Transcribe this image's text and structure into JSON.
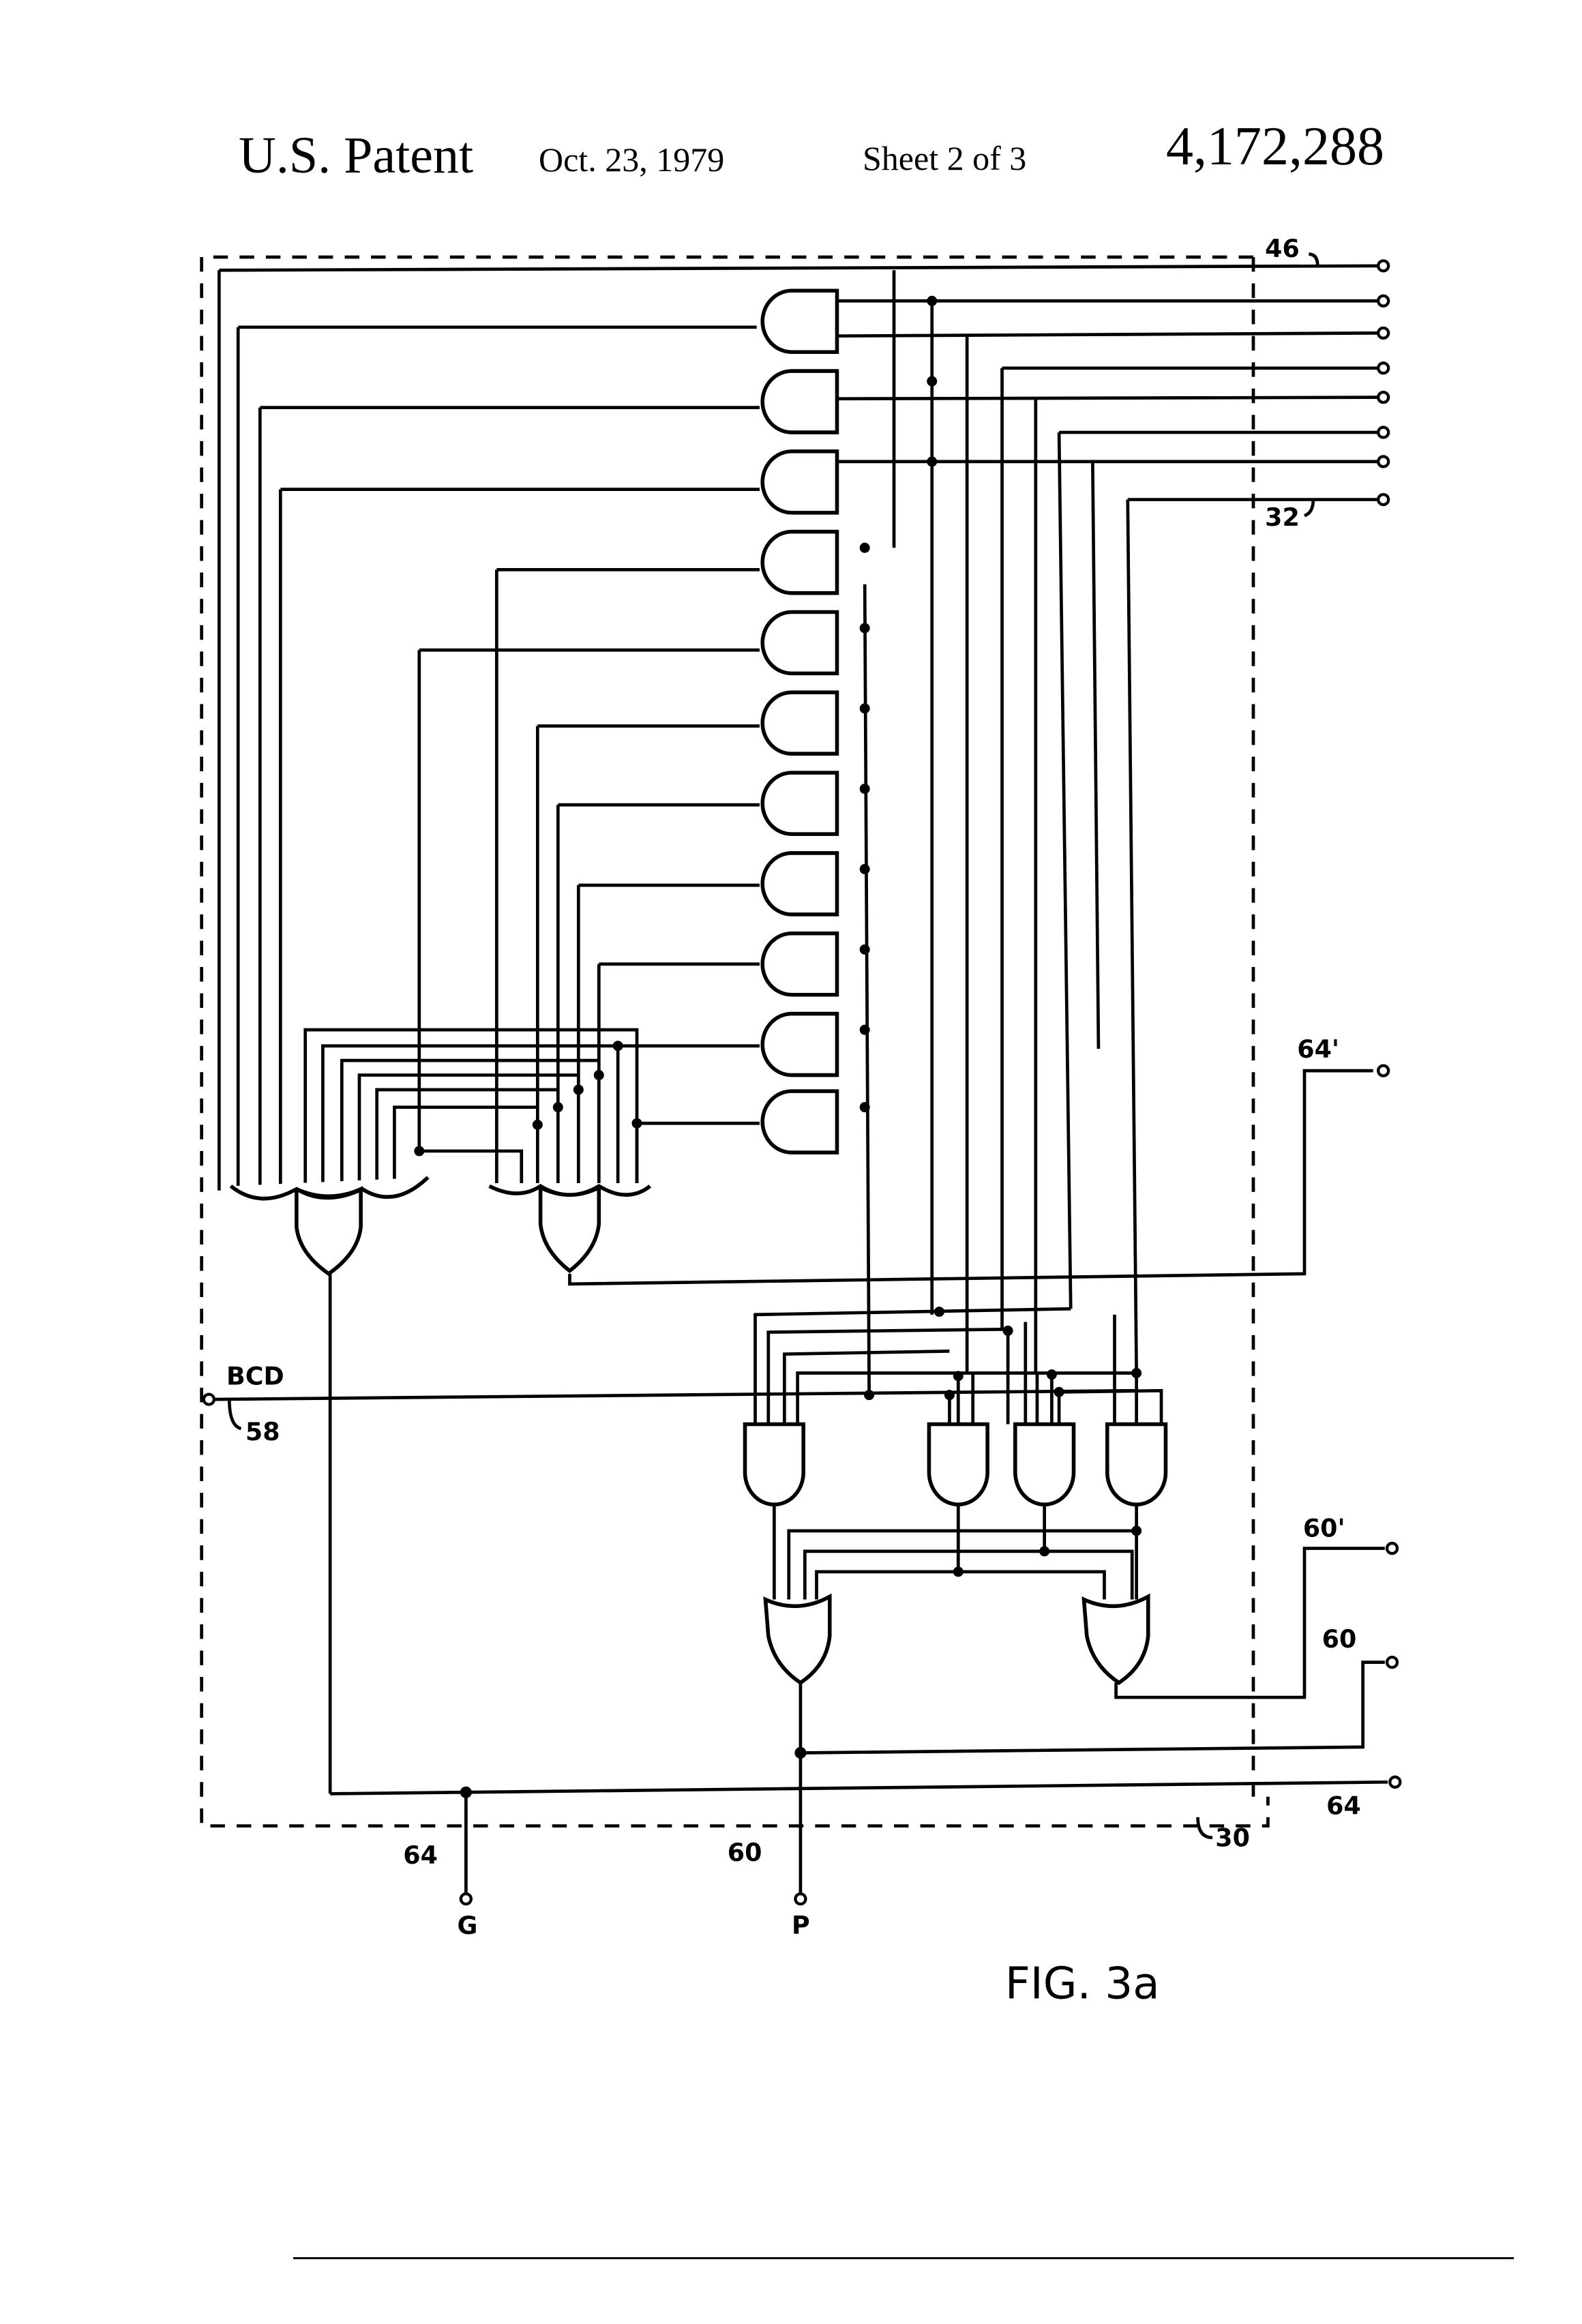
{
  "header": {
    "patent_label": "U.S. Patent",
    "date": "Oct. 23, 1979",
    "sheet": "Sheet 2 of 3",
    "patent_number": "4,172,288"
  },
  "figure": {
    "caption": "FIG. 3a",
    "block_ref": "30",
    "input_bus_top_ref": "46",
    "input_bus_bottom_ref": "32",
    "input_terminal_count": 8,
    "bcd_label": "BCD",
    "bcd_ref": "58",
    "outputs": {
      "out_64_prime": "64'",
      "out_60_prime": "60'",
      "out_60": "60",
      "out_64": "64"
    },
    "bottom_terminals": [
      {
        "ref": "64",
        "name": "G"
      },
      {
        "ref": "60",
        "name": "P"
      }
    ],
    "gates": {
      "and_column_count": 11,
      "or_upper_count": 2,
      "and_lower_count": 4,
      "or_lower_count": 2
    }
  }
}
